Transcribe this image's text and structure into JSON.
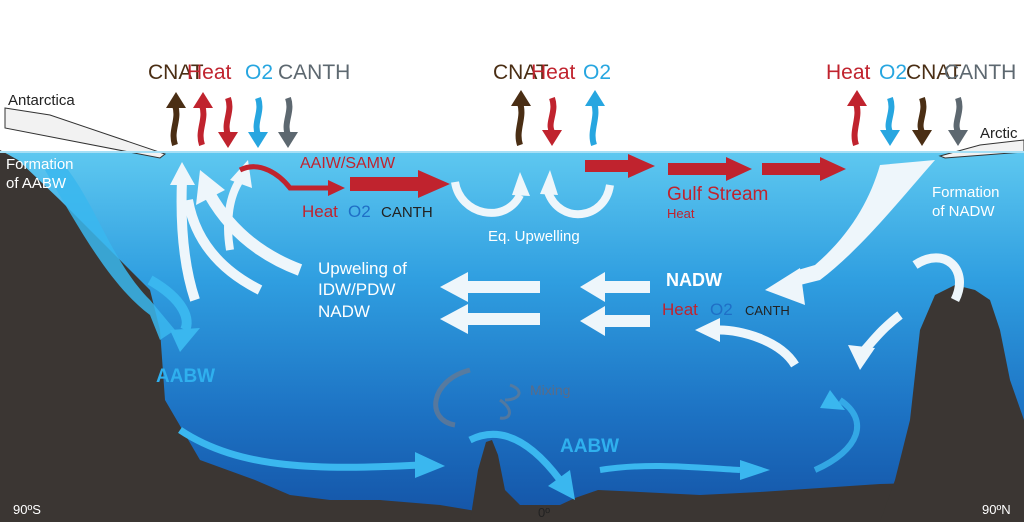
{
  "labels": {
    "antarctica": "Antarctica",
    "arctic": "Arctic",
    "formation_aabw": "Formation\nof AABW",
    "formation_nadw": "Formation\nof NADW",
    "aaiw_samw": "AAIW/SAMW",
    "gulf_stream": "Gulf Stream",
    "gulf_stream_heat": "Heat",
    "eq_upwelling": "Eq. Upwelling",
    "upwelling_idw": "Upweling of\nIDW/PDW\nNADW",
    "nadw": "NADW",
    "aabw_left": "AABW",
    "aabw_bottom": "AABW",
    "mixing": "Mixing",
    "lat_90s": "90ºS",
    "lat_0": "0º",
    "lat_90n": "90ºN"
  },
  "flux_groups": {
    "south": {
      "c_nat": "CNAT",
      "heat": "Heat",
      "o2": "O2",
      "c_anth": "CANTH"
    },
    "equator": {
      "c_nat": "CNAT",
      "heat": "Heat",
      "o2": "O2"
    },
    "north": {
      "heat": "Heat",
      "o2": "O2",
      "c_nat": "CNAT",
      "c_anth": "CANTH"
    }
  },
  "water_props": {
    "aaiw": {
      "heat": "Heat",
      "o2": "O2",
      "c_anth": "CANTH"
    },
    "nadw": {
      "heat": "Heat",
      "o2": "O2",
      "c_anth": "CANTH"
    }
  },
  "colors": {
    "heat": "#c0232e",
    "o2": "#27a6e0",
    "c_nat": "#4a2e14",
    "c_anth": "#5d6870",
    "land": "#3b3633",
    "ocean_top": "#5ec8f0",
    "ocean_bottom": "#1557a8"
  }
}
